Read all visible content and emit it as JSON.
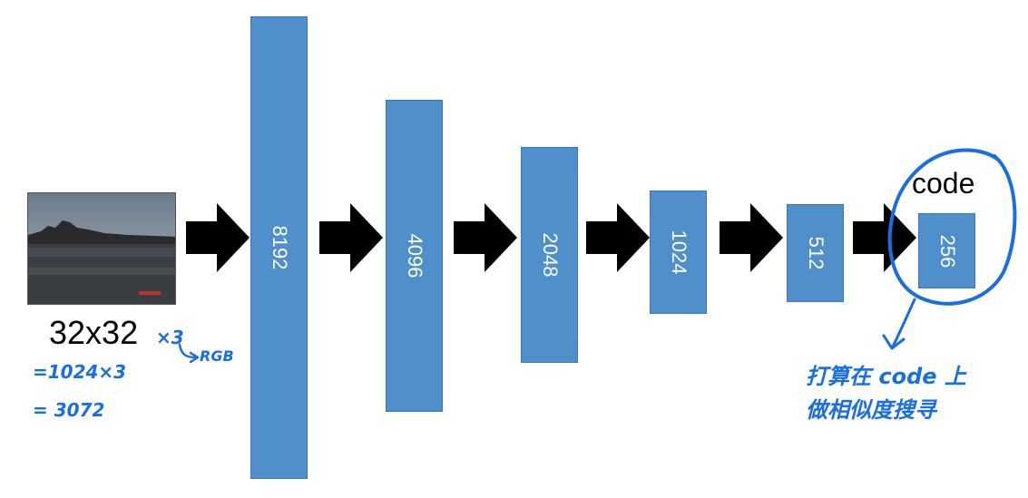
{
  "input": {
    "dims_label": "32x32",
    "annotation_x3": "×3",
    "annotation_rgb": "RGB",
    "annotation_calc1": "=1024×3",
    "annotation_calc2": "= 3072"
  },
  "layers": [
    {
      "label": "8192"
    },
    {
      "label": "4096"
    },
    {
      "label": "2048"
    },
    {
      "label": "1024"
    },
    {
      "label": "512"
    },
    {
      "label": "256"
    }
  ],
  "code": {
    "label": "code",
    "note_line1": "打算在 code 上",
    "note_line2": "做相似度搜寻"
  },
  "colors": {
    "bar": "#4f8fcc",
    "ink": "#1a6fe0",
    "arrow": "#000000"
  }
}
